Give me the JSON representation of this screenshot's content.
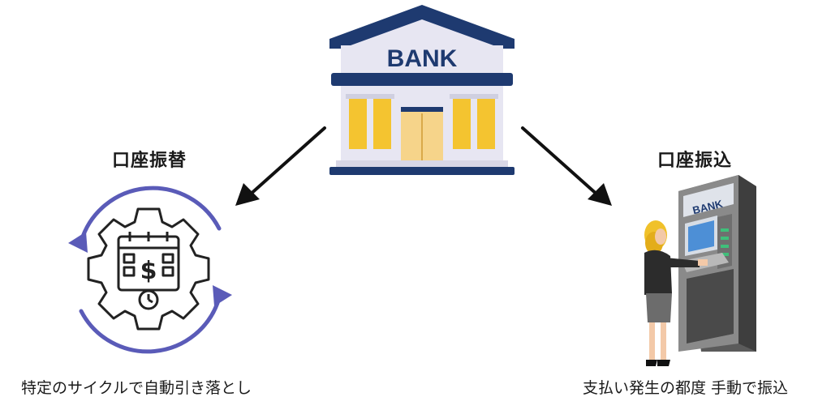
{
  "bank": {
    "sign_text": "BANK",
    "roof_color": "#1e3a70",
    "wall_color": "#e7e6f2",
    "column_color": "#f4c430",
    "door_color": "#f6d48a"
  },
  "left": {
    "title": "口座振替",
    "caption": "特定のサイクルで自動引き落とし",
    "icon": "gear-calendar-dollar-icon",
    "cycle_color": "#5a5bb8"
  },
  "right": {
    "title": "口座振込",
    "caption": "支払い発生の都度 手動で振込",
    "atm_sign": "BANK",
    "icon": "atm-person-icon"
  }
}
